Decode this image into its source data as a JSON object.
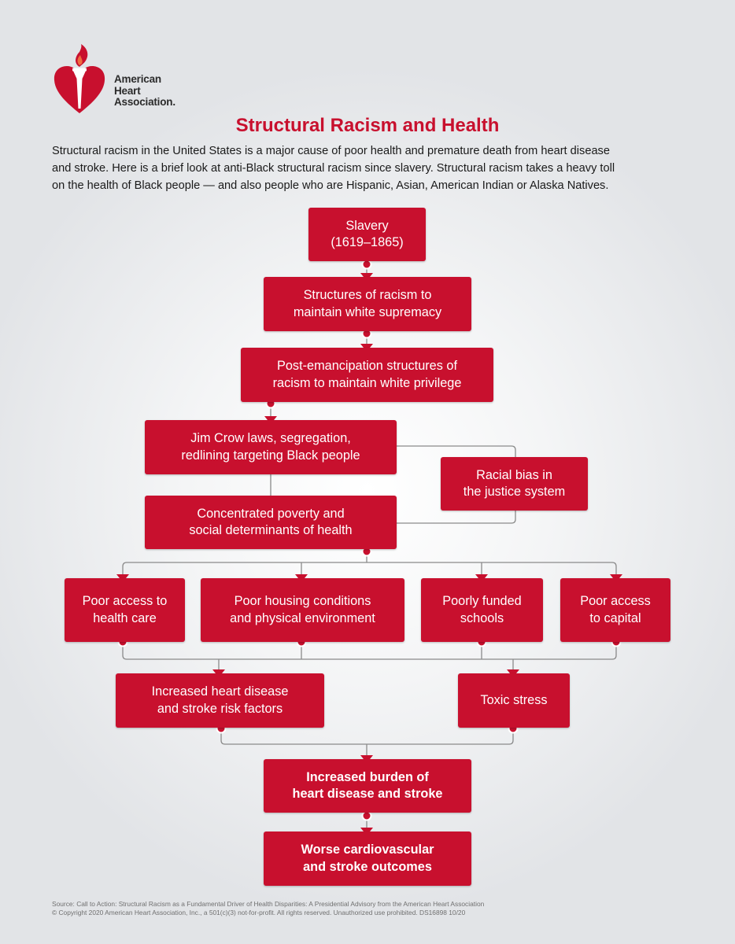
{
  "brand": {
    "logo_lines": [
      "American",
      "Heart",
      "Association."
    ],
    "colors": {
      "primary": "#c8102e",
      "connector": "#8a8a8a"
    }
  },
  "title": "Structural Racism and Health",
  "intro_lines": [
    "Structural racism in the United States is a major cause of poor health and premature death from heart disease",
    "and stroke. Here is a brief look at anti-Black structural racism since slavery. Structural racism takes a heavy toll",
    "on the health of Black people — and also people who are Hispanic, Asian, American Indian or Alaska Natives."
  ],
  "flowchart": {
    "nodes": {
      "slavery": [
        "Slavery",
        "(1619–1865)"
      ],
      "structures": [
        "Structures of racism to",
        "maintain white supremacy"
      ],
      "post_emancipation": [
        "Post-emancipation structures of",
        "racism to maintain white privilege"
      ],
      "jim_crow": [
        "Jim Crow laws, segregation,",
        "redlining targeting Black people"
      ],
      "racial_bias": [
        "Racial bias in",
        "the justice system"
      ],
      "poverty": [
        "Concentrated poverty and",
        "social determinants of health"
      ],
      "health_care": [
        "Poor access to",
        "health care"
      ],
      "housing": [
        "Poor housing conditions",
        "and physical environment"
      ],
      "schools": [
        "Poorly funded",
        "schools"
      ],
      "capital": [
        "Poor access",
        "to capital"
      ],
      "risk_factors": [
        "Increased heart disease",
        "and stroke risk factors"
      ],
      "toxic_stress": [
        "Toxic stress"
      ],
      "burden": [
        "Increased burden of",
        "heart disease and stroke"
      ],
      "outcomes": [
        "Worse cardiovascular",
        "and stroke outcomes"
      ]
    }
  },
  "footer": {
    "source": "Source: Call to Action: Structural Racism as a Fundamental Driver of Health Disparities: A Presidential Advisory from the American Heart Association",
    "copyright": "© Copyright 2020 American Heart Association, Inc., a 501(c)(3) not-for-profit. All rights reserved. Unauthorized use prohibited.  DS16898 10/20"
  }
}
